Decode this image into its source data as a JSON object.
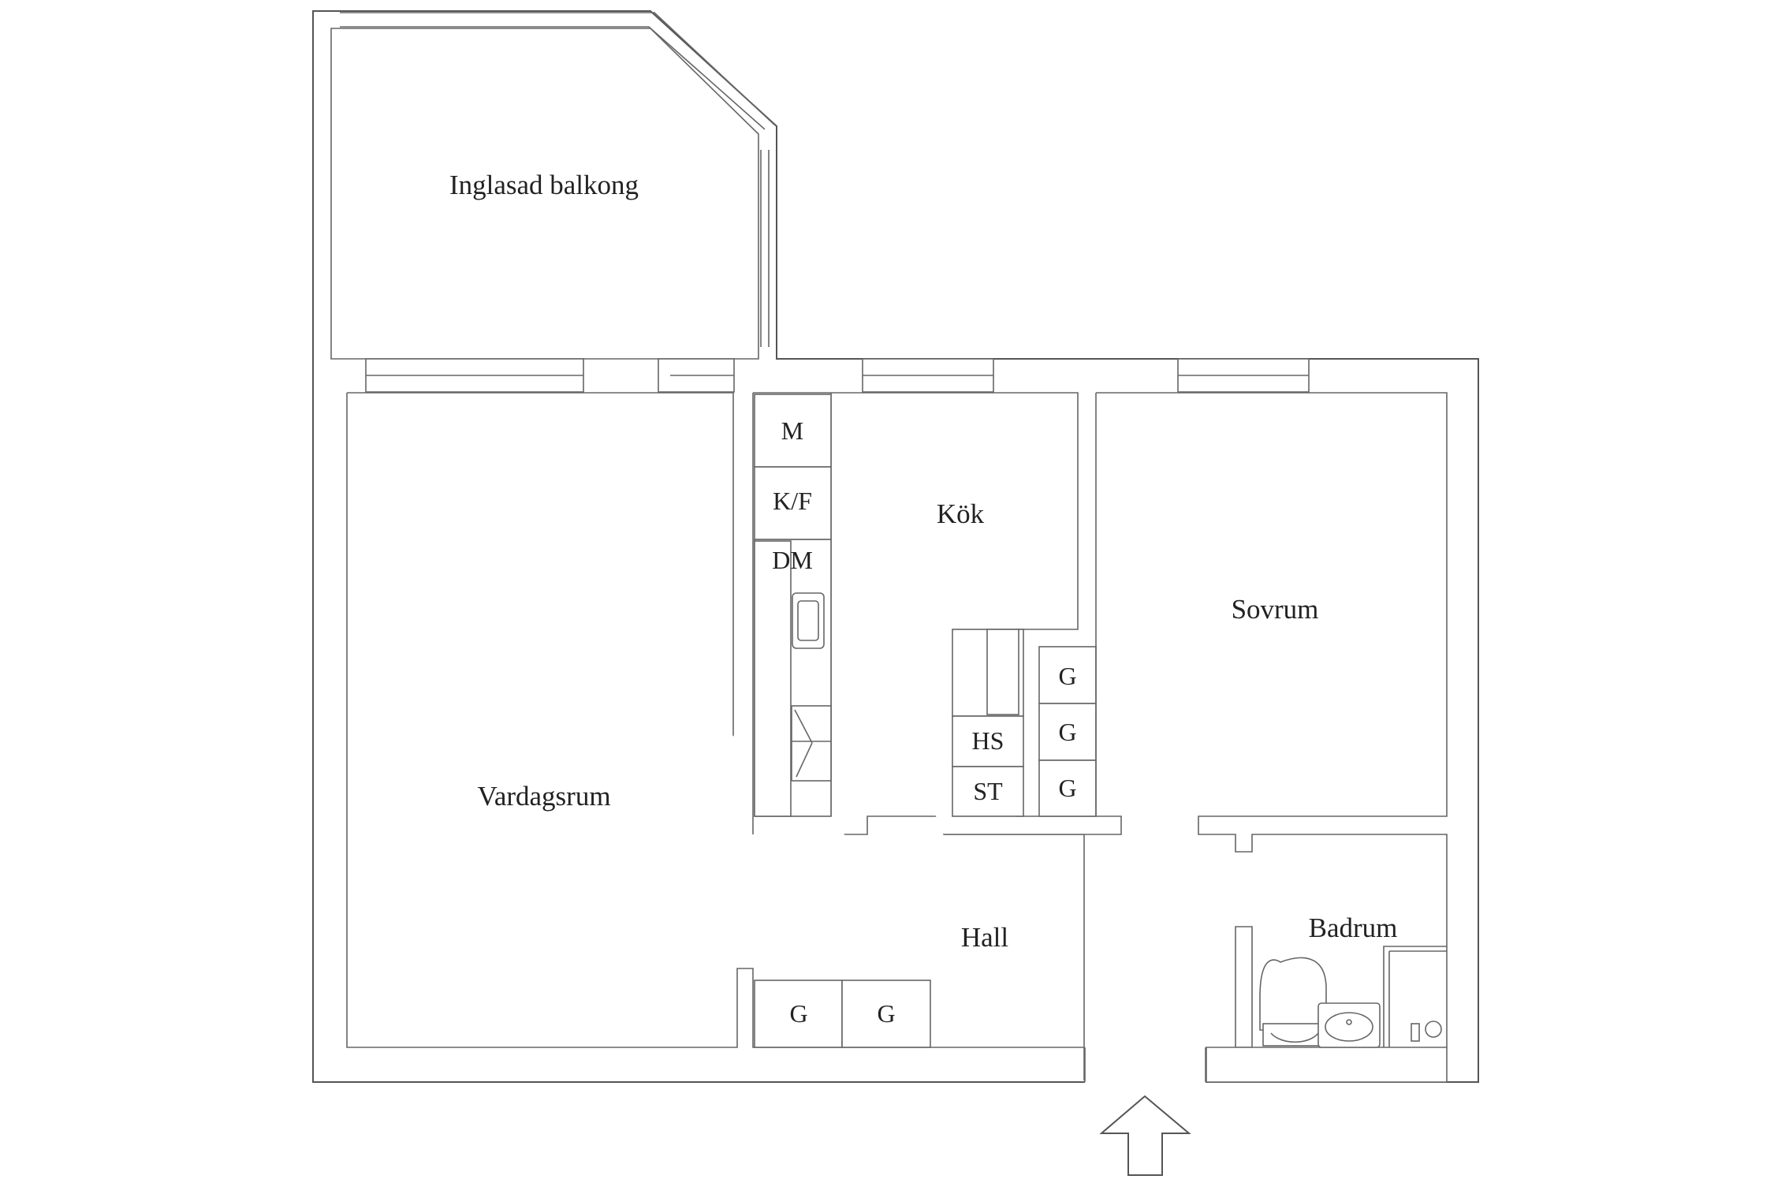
{
  "rooms": {
    "balcony": "Inglasad balkong",
    "kitchen": "Kök",
    "bedroom": "Sovrum",
    "living": "Vardagsrum",
    "hall": "Hall",
    "bathroom": "Badrum"
  },
  "fixtures": {
    "microwave": "M",
    "fridge_freezer": "K/F",
    "dishwasher": "DM",
    "tall_cabinet": "HS",
    "stove": "ST",
    "kitchen_wardrobe_1": "G",
    "kitchen_wardrobe_2": "G",
    "kitchen_wardrobe_3": "G",
    "hall_wardrobe_1": "G",
    "hall_wardrobe_2": "G"
  },
  "icons": {
    "entrance": "entrance-arrow-icon",
    "toilet": "toilet-icon",
    "sink": "sink-icon",
    "kitchen_sink": "kitchen-sink-icon",
    "stove_top": "stove-icon",
    "faucet": "faucet-icon"
  },
  "colors": {
    "wall_stroke": "#555555",
    "background": "#ffffff",
    "text": "#222222"
  }
}
